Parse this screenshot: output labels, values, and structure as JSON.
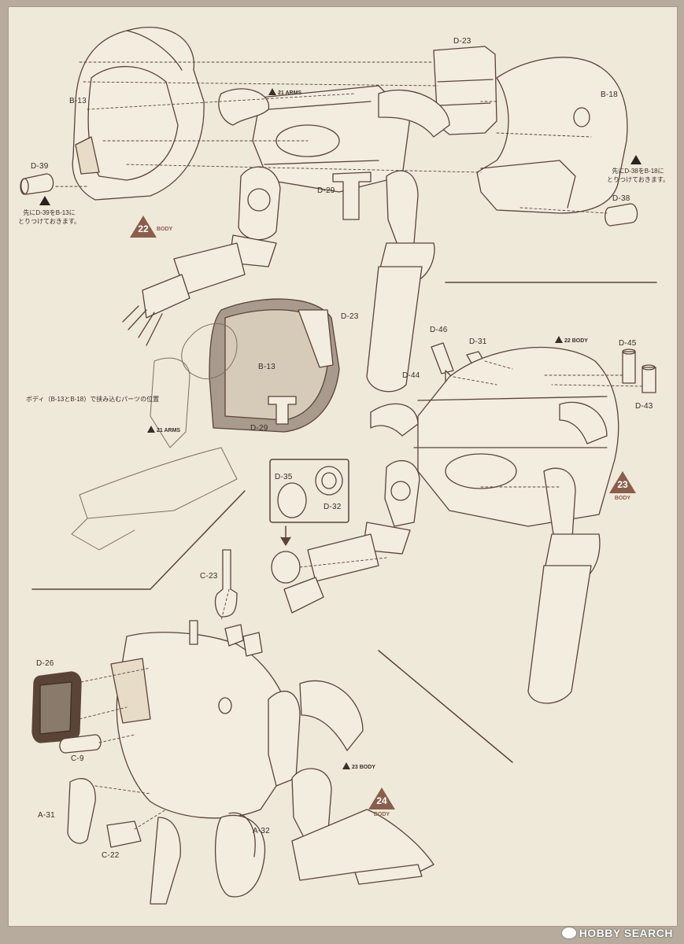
{
  "parts": {
    "b13": "B-13",
    "b18": "B-18",
    "d23": "D-23",
    "d39": "D-39",
    "d38": "D-38",
    "d29": "D-29",
    "d23b": "D-23",
    "b13b": "B-13",
    "d29b": "D-29",
    "d46": "D-46",
    "d31": "D-31",
    "d45": "D-45",
    "d44": "D-44",
    "d43": "D-43",
    "d35": "D-35",
    "d32": "D-32",
    "c23": "C-23",
    "d26": "D-26",
    "c9": "C-9",
    "a31": "A-31",
    "c22": "C-22",
    "a32": "A-32"
  },
  "notes": {
    "d39_note": "先にD-39をB-13に\nとりつけておきます。",
    "d38_note": "先にD-38をB-18に\nとりつけておきます。",
    "pinched_parts": "ボディ（B-13とB-18）で挟み込むパーツの位置"
  },
  "steps": [
    {
      "number": "22",
      "caption": "BODY"
    },
    {
      "number": "23",
      "caption": "BODY"
    },
    {
      "number": "24",
      "caption": "BODY"
    }
  ],
  "refs": {
    "arms_top": "ARMS",
    "arms_left": "ARMS",
    "body_top": "BODY",
    "body_bottom": "BODY",
    "arms_top_num": "21",
    "arms_left_num": "21",
    "body_top_num": "22",
    "body_bottom_num": "23"
  },
  "watermark": "HOBBY SEARCH",
  "colors": {
    "paper": "#efe9da",
    "line": "#5a4438",
    "accent": "#8a5e4c",
    "fill_part": "#e6dcc8",
    "fill_shade": "#a89a8c"
  }
}
